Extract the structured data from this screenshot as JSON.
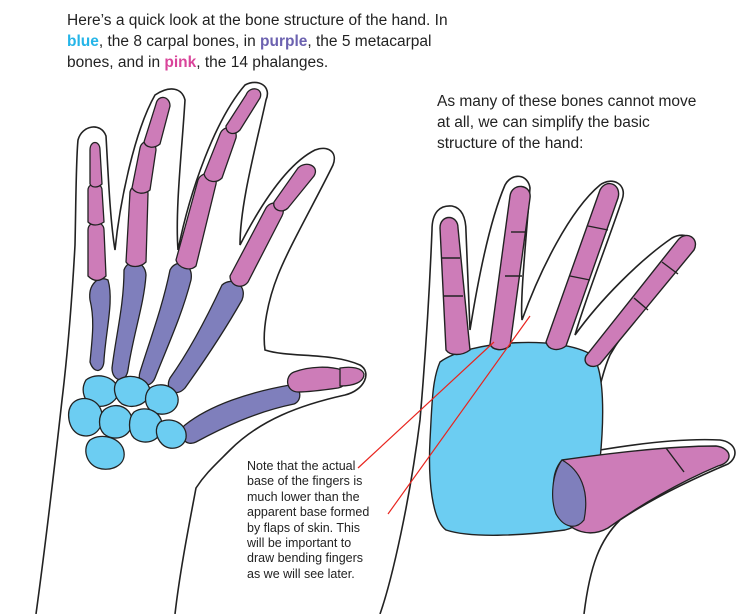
{
  "intro": {
    "part1": "Here’s a quick look at the bone structure of the hand. In ",
    "blue_word": "blue",
    "part2": ", the 8 carpal bones, in ",
    "purple_word": "purple",
    "part3": ", the 5 metacarpal bones, and in ",
    "pink_word": "pink",
    "part4": ", the 14 phalanges."
  },
  "simplify_text": "As many of these bones cannot move at all,  we can simplify the basic structure of the hand:",
  "note_lines": [
    "Note that the actual",
    "base of the fingers is",
    "much lower than the",
    "apparent base formed",
    "by flaps of skin. This",
    "will be important to",
    "draw bending fingers",
    "as we will see later."
  ],
  "colors": {
    "carpal_blue": "#6ccdf2",
    "metacarpal_purple": "#7f7fbc",
    "phalange_pink": "#cd7cb8",
    "outline": "#222222",
    "note_line_red": "#e8251f",
    "blue_text": "#25b5e8",
    "purple_text": "#6c62b0",
    "pink_text": "#d9449a"
  }
}
